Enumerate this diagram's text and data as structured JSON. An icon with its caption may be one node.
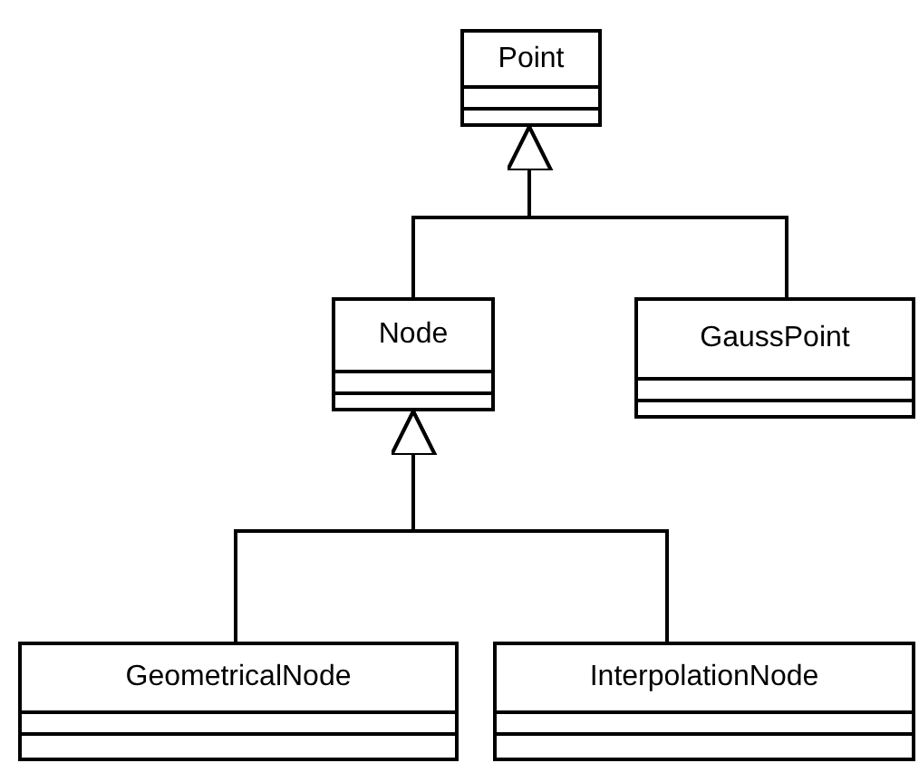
{
  "diagram": {
    "nodes": [
      {
        "text": [
          "Point"
        ]
      },
      {
        "text": [
          "Node"
        ]
      },
      {
        "text": [
          "GaussPoint"
        ]
      },
      {
        "text": [
          "GeometricalNode"
        ]
      },
      {
        "text": [
          "InterpolationNode"
        ]
      }
    ],
    "edges": [
      {
        "from": 1,
        "to": 0,
        "arrow": "to"
      },
      {
        "from": 2,
        "to": 0,
        "arrow": "to"
      },
      {
        "from": 3,
        "to": 1,
        "arrow": "to"
      },
      {
        "from": 4,
        "to": 1,
        "arrow": "to"
      }
    ]
  }
}
